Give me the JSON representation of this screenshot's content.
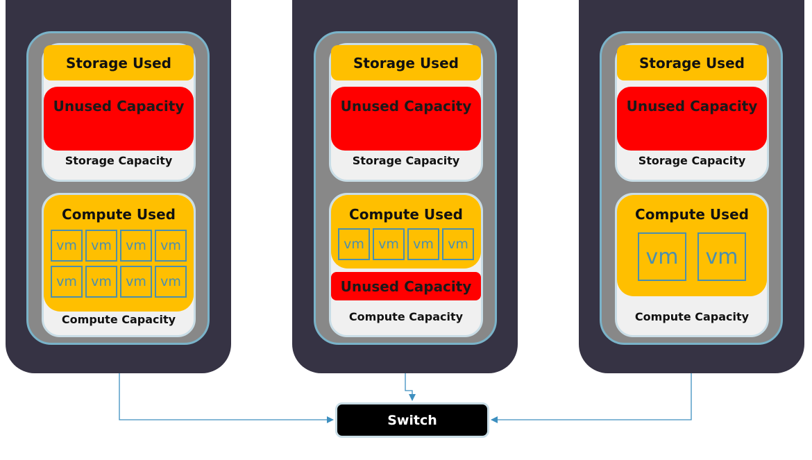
{
  "nodes": [
    {
      "storage_used": "Storage Used",
      "unused_capacity": "Unused Capacity",
      "storage_capacity": "Storage Capacity",
      "compute_used": "Compute Used",
      "vms": [
        "vm",
        "vm",
        "vm",
        "vm",
        "vm",
        "vm",
        "vm",
        "vm"
      ],
      "compute_capacity": "Compute Capacity"
    },
    {
      "storage_used": "Storage Used",
      "unused_capacity": "Unused Capacity",
      "storage_capacity": "Storage Capacity",
      "compute_used": "Compute Used",
      "vms": [
        "vm",
        "vm",
        "vm",
        "vm"
      ],
      "compute_unused_capacity": "Unused Capacity",
      "compute_capacity": "Compute Capacity"
    },
    {
      "storage_used": "Storage Used",
      "unused_capacity": "Unused Capacity",
      "storage_capacity": "Storage Capacity",
      "compute_used": "Compute Used",
      "vms": [
        "vm",
        "vm"
      ],
      "compute_capacity": "Compute Capacity"
    }
  ],
  "switch": {
    "label": "Switch"
  },
  "colors": {
    "server": "#363344",
    "node": "#888888",
    "used": "#ffbf00",
    "unused": "#ff0000",
    "vm_outline": "#4a8faf",
    "link": "#3d8fbf"
  }
}
